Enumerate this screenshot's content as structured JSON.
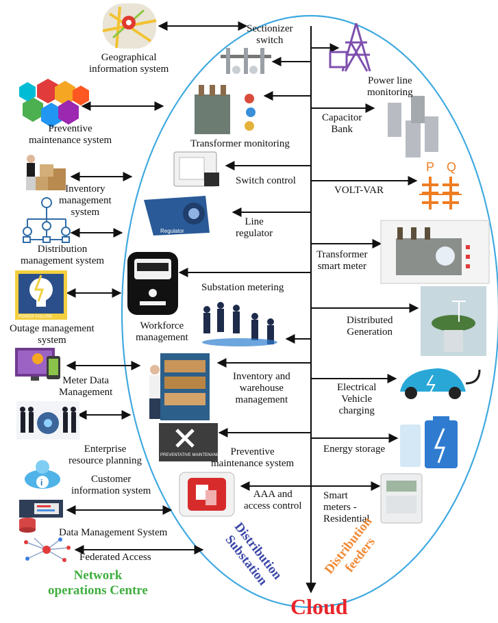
{
  "left_systems": {
    "gis": "Geographical\ninformation system",
    "preventive": "Preventive\nmaintenance system",
    "inventory": "Inventory\nmanagement\nsystem",
    "distribution": "Distribution\nmanagement system",
    "outage": "Outage management\nsystem",
    "outage_badge": "POWER FAILURE",
    "meter_data": "Meter Data\nManagement",
    "erp": "Enterprise\nresource planning",
    "customer": "Customer\ninformation system",
    "data_mgmt": "Data Management System",
    "federated": "Federated Access",
    "noc": "Network\noperations Centre"
  },
  "substation": {
    "sectionizer": "Sectionizer\nswitch",
    "transformer_monitoring": "Transformer monitoring",
    "switch_control": "Switch control",
    "line_regulator": "Line\nregulator",
    "regulator_badge": "Regulator",
    "substation_metering": "Substation metering",
    "workforce": "Workforce\nmanagement",
    "inventory_warehouse": "Inventory and\nwarehouse\nmanagement",
    "preventive_maint": "Preventive\nmaintenance system",
    "preventive_badge": "PREVENTATIVE MAINTENANCE",
    "aaa": "AAA and\naccess control",
    "label": "Distribution\nSubstation"
  },
  "feeders": {
    "power_line": "Power line\nmonitoring",
    "capacitor": "Capacitor\nBank",
    "volt_var": "VOLT-VAR",
    "pq_p": "P",
    "pq_q": "Q",
    "transformer_smart": "Transformer\nsmart meter",
    "distributed_gen": "Distributed\nGeneration",
    "ev": "Electrical\nVehicle\ncharging",
    "energy_storage": "Energy storage",
    "smart_meters": "Smart\nmeters -\nResidential",
    "label": "Distribution\nfeeders"
  },
  "cloud": "Cloud",
  "colors": {
    "ellipse": "#3fa9e0",
    "cloud": "#e8262a",
    "noc": "#3fae3f",
    "substation": "#3b47a8",
    "feeders": "#f08a36",
    "pq": "#ef7d22"
  }
}
